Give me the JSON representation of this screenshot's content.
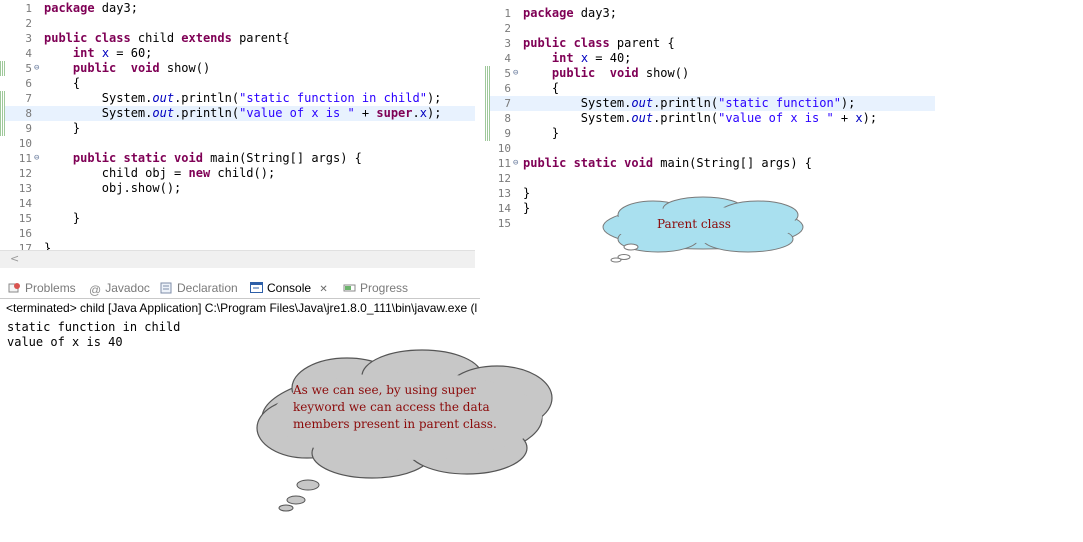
{
  "left_editor": {
    "lines": [
      {
        "num": "1",
        "segs": [
          [
            "kw",
            "package"
          ],
          [
            "t",
            " day3;"
          ]
        ]
      },
      {
        "num": "2",
        "segs": []
      },
      {
        "num": "3",
        "segs": [
          [
            "kw",
            "public class"
          ],
          [
            "t",
            " child "
          ],
          [
            "kw",
            "extends"
          ],
          [
            "t",
            " parent{"
          ]
        ]
      },
      {
        "num": "4",
        "segs": [
          [
            "t",
            "    "
          ],
          [
            "kw",
            "int"
          ],
          [
            "t",
            " "
          ],
          [
            "var",
            "x"
          ],
          [
            "t",
            " = 60;"
          ]
        ]
      },
      {
        "num": "5",
        "segs": [
          [
            "t",
            "    "
          ],
          [
            "kw",
            "public"
          ],
          [
            "t",
            "  "
          ],
          [
            "kw",
            "void"
          ],
          [
            "t",
            " show()"
          ]
        ]
      },
      {
        "num": "6",
        "segs": [
          [
            "t",
            "    {"
          ]
        ]
      },
      {
        "num": "7",
        "segs": [
          [
            "t",
            "        System."
          ],
          [
            "fld",
            "out"
          ],
          [
            "t",
            ".println("
          ],
          [
            "str",
            "\"static function in child\""
          ],
          [
            "t",
            ");"
          ]
        ]
      },
      {
        "num": "8",
        "segs": [
          [
            "t",
            "        System."
          ],
          [
            "fld",
            "out"
          ],
          [
            "t",
            ".println("
          ],
          [
            "str",
            "\"value of x is \""
          ],
          [
            "t",
            " + "
          ],
          [
            "kw",
            "super"
          ],
          [
            "t",
            "."
          ],
          [
            "var",
            "x"
          ],
          [
            "t",
            ");"
          ]
        ]
      },
      {
        "num": "9",
        "segs": [
          [
            "t",
            "    }"
          ]
        ]
      },
      {
        "num": "10",
        "segs": []
      },
      {
        "num": "11",
        "segs": [
          [
            "t",
            "    "
          ],
          [
            "kw",
            "public static void"
          ],
          [
            "t",
            " main(String[] args) {"
          ]
        ]
      },
      {
        "num": "12",
        "segs": [
          [
            "t",
            "        child obj = "
          ],
          [
            "kw",
            "new"
          ],
          [
            "t",
            " child();"
          ]
        ]
      },
      {
        "num": "13",
        "segs": [
          [
            "t",
            "        obj.show();"
          ]
        ]
      },
      {
        "num": "14",
        "segs": []
      },
      {
        "num": "15",
        "segs": [
          [
            "t",
            "    }"
          ]
        ]
      },
      {
        "num": "16",
        "segs": []
      },
      {
        "num": "17",
        "segs": [
          [
            "t",
            "}"
          ]
        ]
      }
    ]
  },
  "right_editor": {
    "lines": [
      {
        "num": "1",
        "segs": [
          [
            "kw",
            "package"
          ],
          [
            "t",
            " day3;"
          ]
        ]
      },
      {
        "num": "2",
        "segs": []
      },
      {
        "num": "3",
        "segs": [
          [
            "kw",
            "public class"
          ],
          [
            "t",
            " parent {"
          ]
        ]
      },
      {
        "num": "4",
        "segs": [
          [
            "t",
            "    "
          ],
          [
            "kw",
            "int"
          ],
          [
            "t",
            " "
          ],
          [
            "var",
            "x"
          ],
          [
            "t",
            " = 40;"
          ]
        ]
      },
      {
        "num": "5",
        "segs": [
          [
            "t",
            "    "
          ],
          [
            "kw",
            "public"
          ],
          [
            "t",
            "  "
          ],
          [
            "kw",
            "void"
          ],
          [
            "t",
            " show()"
          ]
        ]
      },
      {
        "num": "6",
        "segs": [
          [
            "t",
            "    {"
          ]
        ]
      },
      {
        "num": "7",
        "segs": [
          [
            "t",
            "        System."
          ],
          [
            "fld",
            "out"
          ],
          [
            "t",
            ".println("
          ],
          [
            "str",
            "\"static function\""
          ],
          [
            "t",
            ");"
          ]
        ]
      },
      {
        "num": "8",
        "segs": [
          [
            "t",
            "        System."
          ],
          [
            "fld",
            "out"
          ],
          [
            "t",
            ".println("
          ],
          [
            "str",
            "\"value of x is \""
          ],
          [
            "t",
            " + "
          ],
          [
            "var",
            "x"
          ],
          [
            "t",
            ");"
          ]
        ]
      },
      {
        "num": "9",
        "segs": [
          [
            "t",
            "    }"
          ]
        ]
      },
      {
        "num": "10",
        "segs": []
      },
      {
        "num": "11",
        "segs": [
          [
            "kw",
            "public static void"
          ],
          [
            "t",
            " main(String[] args) {"
          ]
        ]
      },
      {
        "num": "12",
        "segs": []
      },
      {
        "num": "13",
        "segs": [
          [
            "t",
            "}"
          ]
        ]
      },
      {
        "num": "14",
        "segs": [
          [
            "t",
            "}"
          ]
        ]
      },
      {
        "num": "15",
        "segs": []
      }
    ]
  },
  "panel": {
    "tabs": {
      "problems": "Problems",
      "javadoc": "Javadoc",
      "declaration": "Declaration",
      "console": "Console",
      "progress": "Progress",
      "close_glyph": "✕"
    },
    "terminated_label": "<terminated> child [Java Application] C:\\Program Files\\Java\\jre1.8.0_111\\bin\\javaw.exe (l",
    "output": [
      "static function in child",
      "value of x is 40"
    ]
  },
  "clouds": {
    "parent_label": "Parent class",
    "note_lines": [
      "As we can see, by using super",
      "keyword we can access the data",
      "members present in parent class."
    ],
    "colors": {
      "blue_cloud": "#a9e0ef",
      "gray_cloud": "#c7c7c7",
      "text": "#8b0a0a"
    }
  },
  "syntax_colors": {
    "keyword": "#7f0055",
    "string": "#2a00ff",
    "field": "#0000c0"
  }
}
